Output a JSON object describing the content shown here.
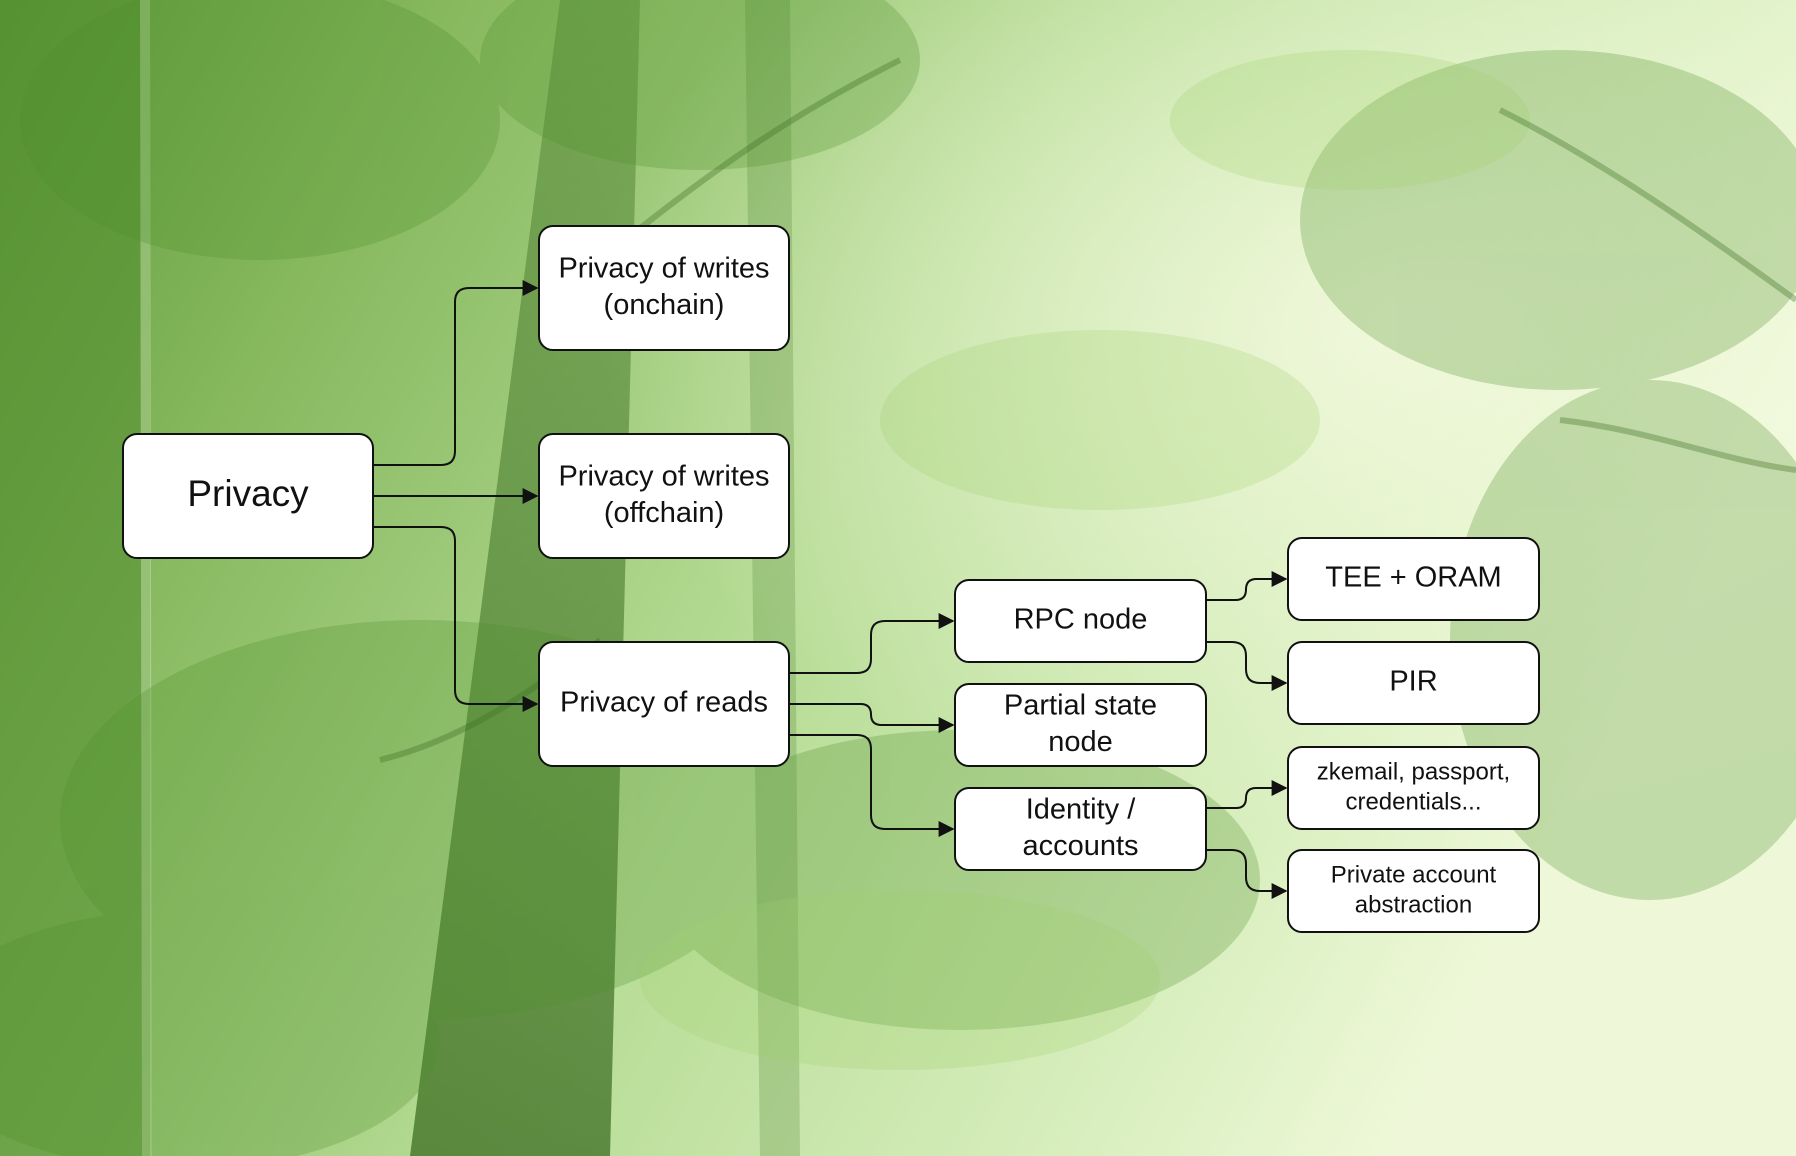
{
  "colors": {
    "node_fill": "#ffffff",
    "node_stroke": "#111111",
    "edge": "#111111",
    "background_light": "#e6f5cf",
    "background_dark": "#4e8a2c"
  },
  "diagram": {
    "nodes": [
      {
        "id": "privacy",
        "lines": [
          "Privacy"
        ]
      },
      {
        "id": "writes_onchain",
        "lines": [
          "Privacy of writes",
          "(onchain)"
        ]
      },
      {
        "id": "writes_offchain",
        "lines": [
          "Privacy of writes",
          "(offchain)"
        ]
      },
      {
        "id": "reads",
        "lines": [
          "Privacy of reads"
        ]
      },
      {
        "id": "rpc_node",
        "lines": [
          "RPC node"
        ]
      },
      {
        "id": "partial_state",
        "lines": [
          "Partial state",
          "node"
        ]
      },
      {
        "id": "identity",
        "lines": [
          "Identity /",
          "accounts"
        ]
      },
      {
        "id": "tee_oram",
        "lines": [
          "TEE + ORAM"
        ]
      },
      {
        "id": "pir",
        "lines": [
          "PIR"
        ]
      },
      {
        "id": "zkemail",
        "lines": [
          "zkemail, passport,",
          "credentials..."
        ]
      },
      {
        "id": "private_aa",
        "lines": [
          "Private account",
          "abstraction"
        ]
      }
    ],
    "edges": [
      {
        "from": "privacy",
        "to": "writes_onchain"
      },
      {
        "from": "privacy",
        "to": "writes_offchain"
      },
      {
        "from": "privacy",
        "to": "reads"
      },
      {
        "from": "reads",
        "to": "rpc_node"
      },
      {
        "from": "reads",
        "to": "partial_state"
      },
      {
        "from": "reads",
        "to": "identity"
      },
      {
        "from": "rpc_node",
        "to": "tee_oram"
      },
      {
        "from": "rpc_node",
        "to": "pir"
      },
      {
        "from": "identity",
        "to": "zkemail"
      },
      {
        "from": "identity",
        "to": "private_aa"
      }
    ]
  }
}
